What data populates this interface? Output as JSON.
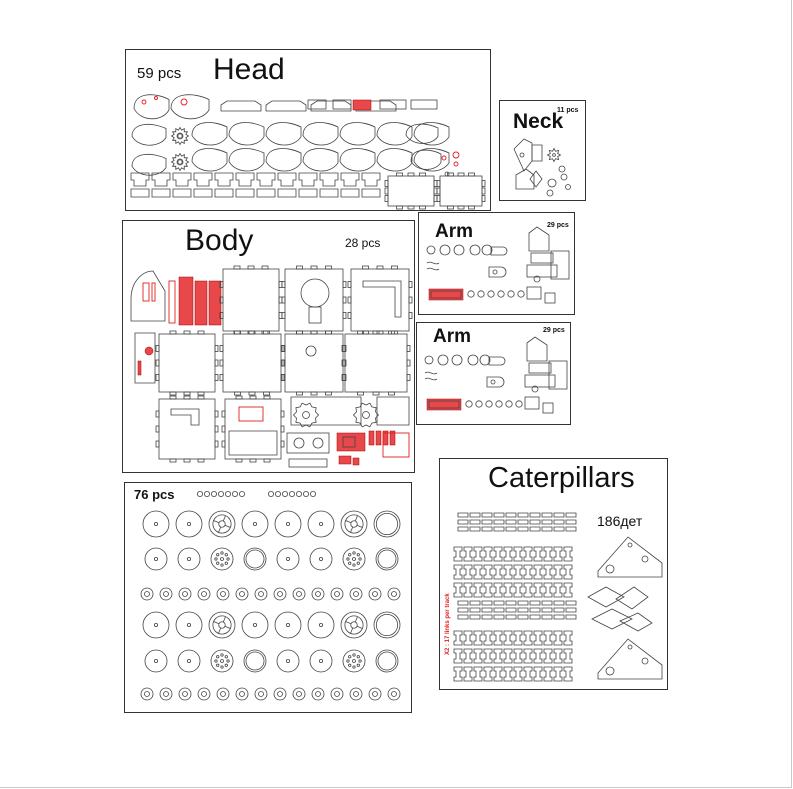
{
  "colors": {
    "cut_line": "#444444",
    "engrave": "#e02020",
    "panel_border": "#333333"
  },
  "panels": {
    "head": {
      "title": "Head",
      "count": "59 pcs"
    },
    "neck": {
      "title": "Neck",
      "count": "11 pcs"
    },
    "body": {
      "title": "Body",
      "count": "28 pcs"
    },
    "arm1": {
      "title": "Arm",
      "count": "29 pcs"
    },
    "arm2": {
      "title": "Arm",
      "count": "29 pcs"
    },
    "wheels": {
      "count": "76 pcs"
    },
    "caterpillars": {
      "title": "Caterpillars",
      "count": "186дет",
      "note": "Х2 : 17 links per track"
    }
  }
}
